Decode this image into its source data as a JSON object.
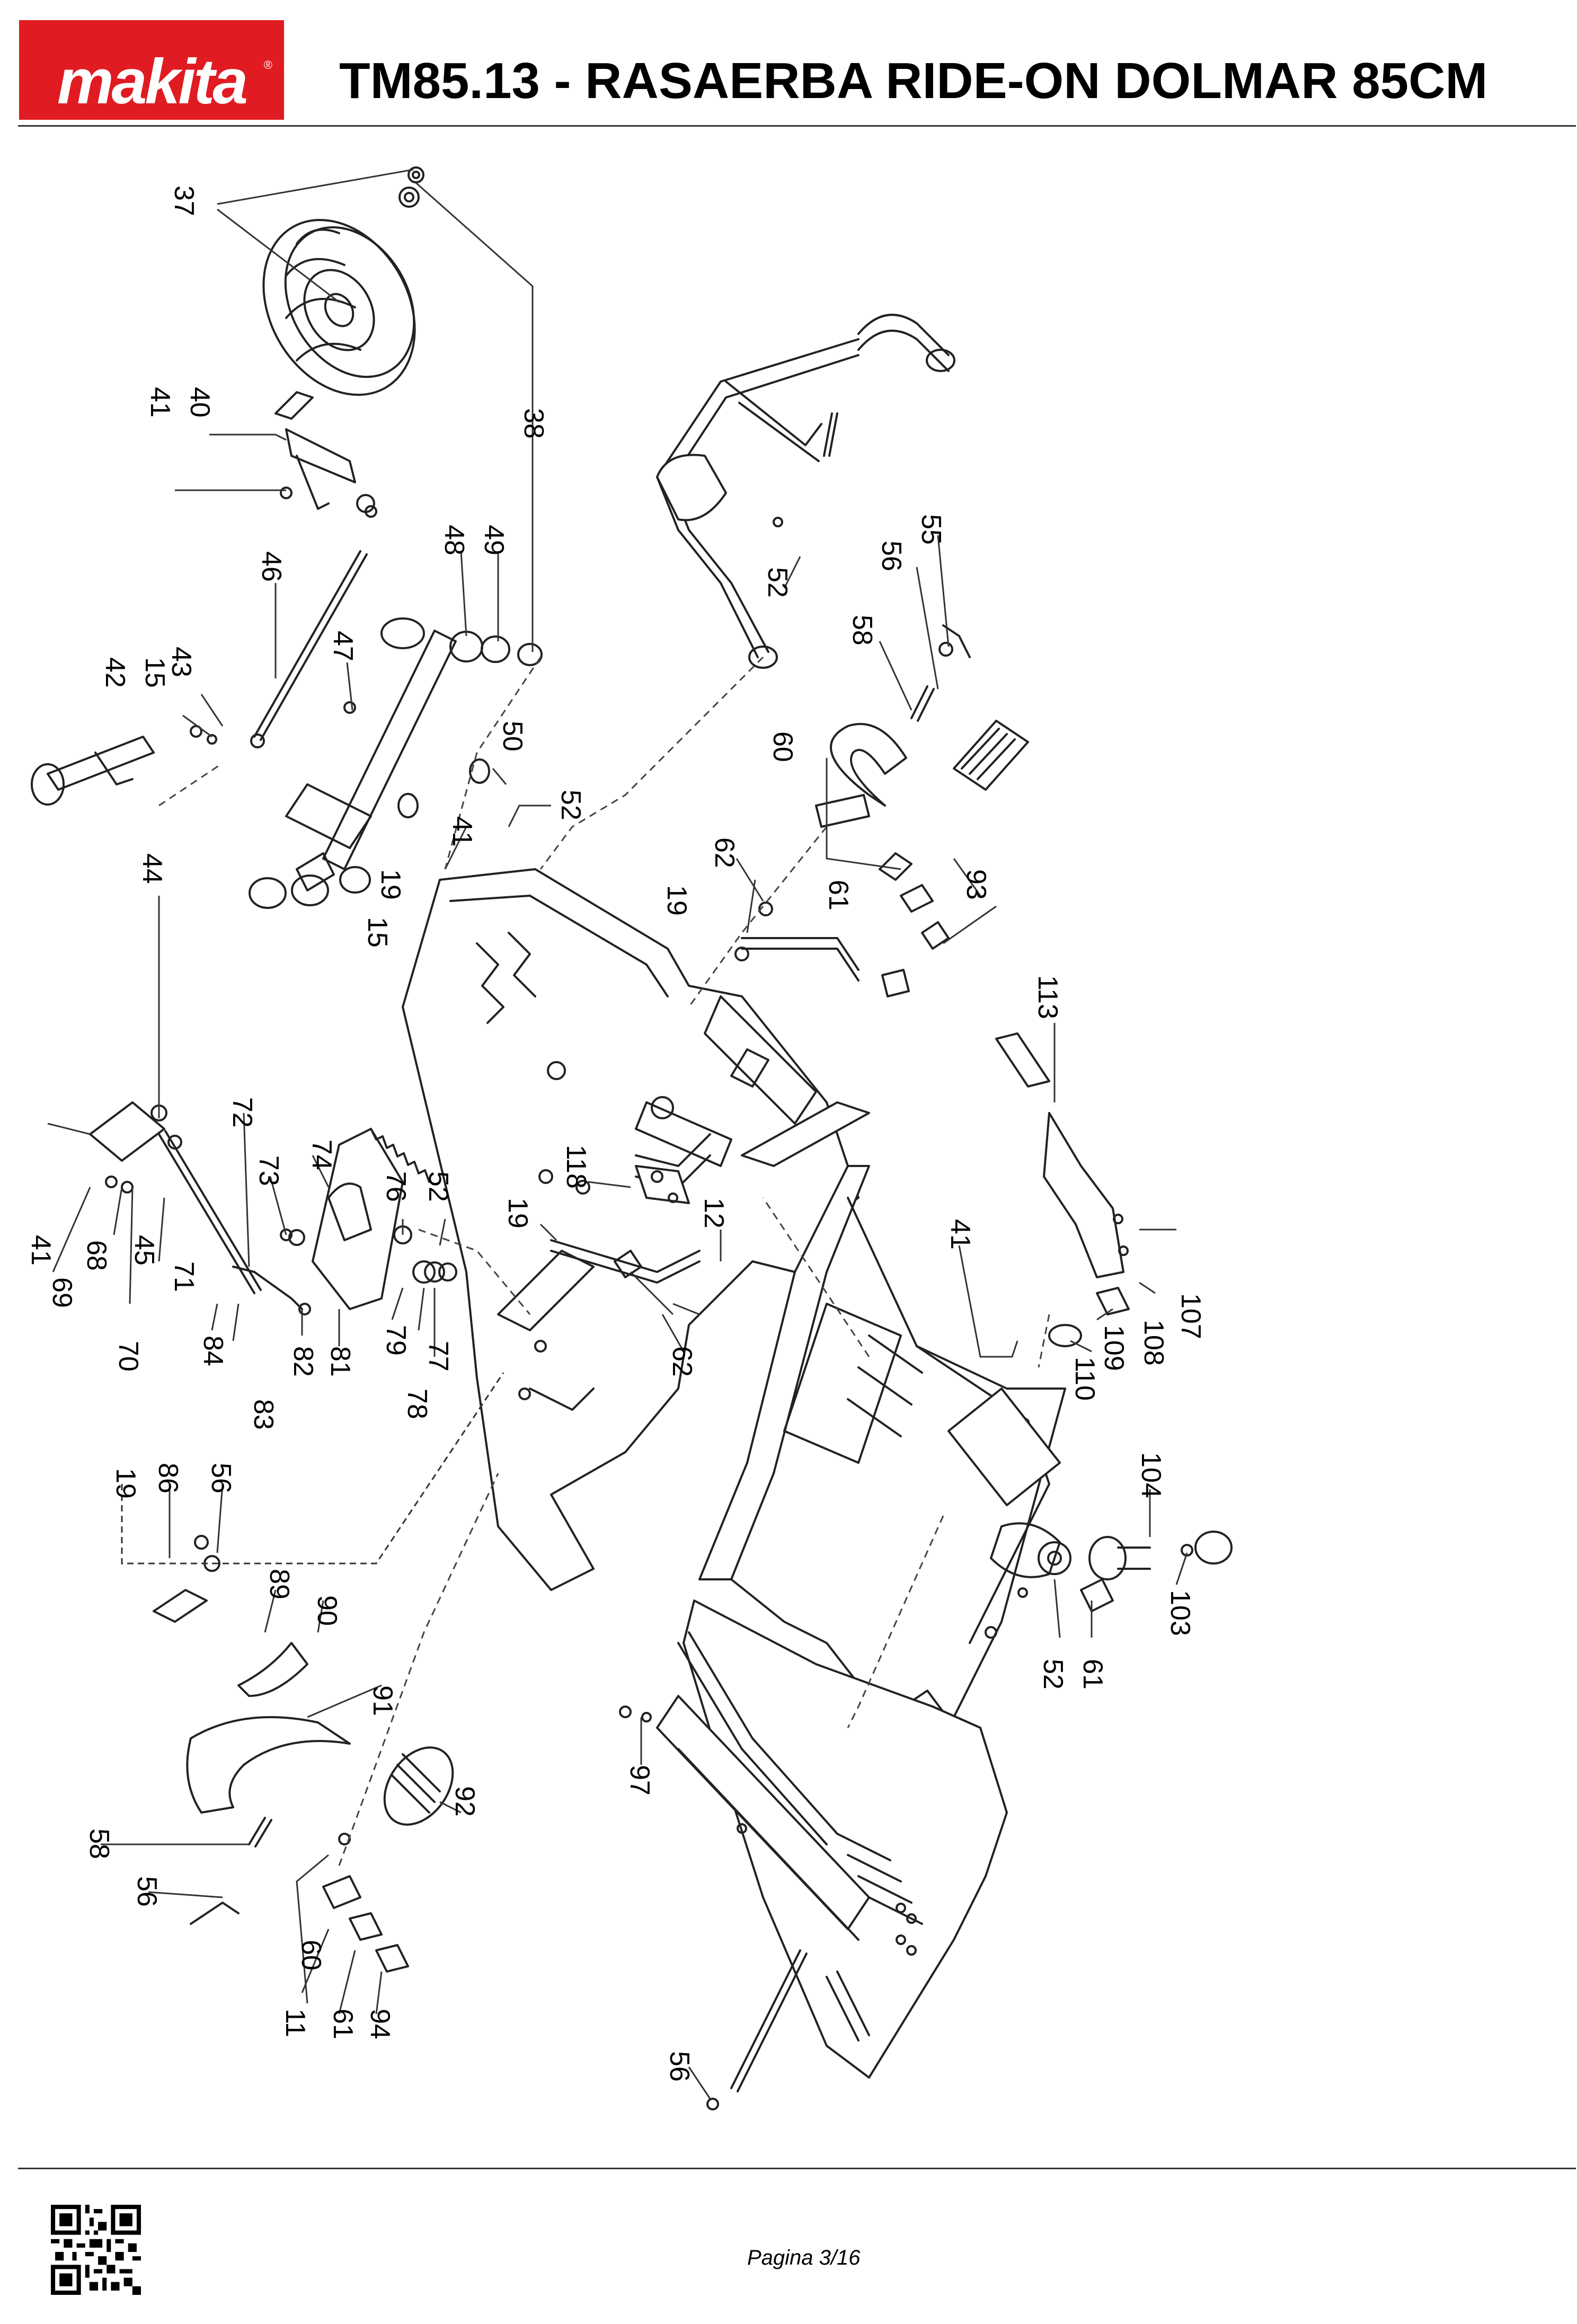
{
  "header": {
    "brand": "makita",
    "title": "TM85.13 - RASAERBA RIDE-ON DOLMAR 85CM"
  },
  "footer": {
    "page": "Pagina 3/16"
  },
  "diagram": {
    "callouts": {
      "c37": "37",
      "c38": "38",
      "c40": "40",
      "c41a": "41",
      "c46": "46",
      "c48": "48",
      "c49": "49",
      "c47": "47",
      "c42": "42",
      "c15a": "15",
      "c43": "43",
      "c50": "50",
      "c52a": "52",
      "c41b": "41",
      "c44": "44",
      "c19a": "19",
      "c15b": "15",
      "c52b": "52",
      "c55": "55",
      "c56a": "56",
      "c58a": "58",
      "c60a": "60",
      "c62a": "62",
      "c19b": "19",
      "c61a": "61",
      "c93": "93",
      "c113": "113",
      "c72": "72",
      "c74": "74",
      "c73": "73",
      "c76": "76",
      "c52c": "52",
      "c118": "118",
      "c19c": "19",
      "c12": "12",
      "c41c": "41",
      "c41d": "41",
      "c68": "68",
      "c69": "69",
      "c45": "45",
      "c70": "70",
      "c71": "71",
      "c84": "84",
      "c83": "83",
      "c82": "82",
      "c81": "81",
      "c79": "79",
      "c77": "77",
      "c78": "78",
      "c62b": "62",
      "c107": "107",
      "c108": "108",
      "c109": "109",
      "c110": "110",
      "c104": "104",
      "c103": "103",
      "c52d": "52",
      "c61b": "61",
      "c19d": "19",
      "c86": "86",
      "c56b": "56",
      "c89": "89",
      "c90": "90",
      "c91": "91",
      "c92": "92",
      "c97": "97",
      "c58b": "58",
      "c56c": "56",
      "c60b": "60",
      "c11": "11",
      "c61c": "61",
      "c94": "94",
      "c56d": "56"
    }
  }
}
